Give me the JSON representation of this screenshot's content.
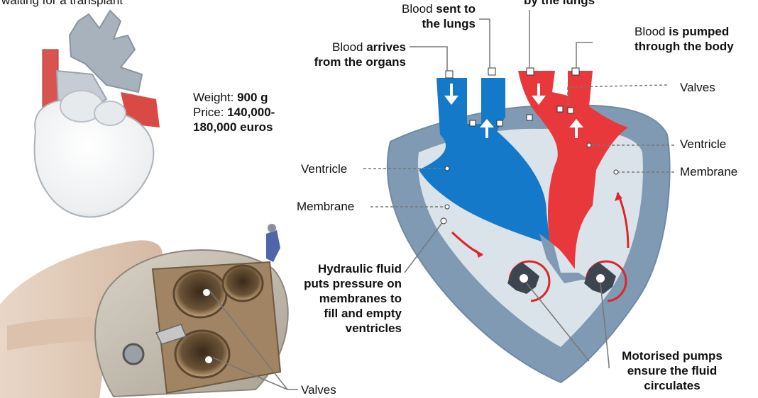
{
  "header": {
    "top_left_caption": "waiting for a transplant",
    "top_right_caption": "by the lungs"
  },
  "specs": {
    "weight_label": "Weight:",
    "weight_value": "900 g",
    "price_label": "Price:",
    "price_value_line1": "140,000-",
    "price_value_line2": "180,000 euros"
  },
  "labels": {
    "sent_lungs_1": "Blood",
    "sent_lungs_2": "sent to",
    "sent_lungs_3": "the lungs",
    "arrives_1": "Blood",
    "arrives_2": "arrives",
    "arrives_3": "from the organs",
    "pumped_1": "Blood",
    "pumped_2": "is pumped",
    "pumped_3": "through the body",
    "valves_right": "Valves",
    "ventricle_right": "Ventricle",
    "membrane_right": "Membrane",
    "ventricle_left": "Ventricle",
    "membrane_left": "Membrane",
    "hydraulic": [
      "Hydraulic fluid",
      "puts pressure on",
      "membranes to",
      "fill and empty",
      "ventricles"
    ],
    "motorised": [
      "Motorised pumps",
      "ensure the fluid",
      "circulates"
    ],
    "valves_bottom": "Valves"
  },
  "colors": {
    "blood_blue": "#1479c8",
    "blood_red": "#e8383c",
    "housing": "#7f9ab2",
    "fluid": "#dbe3ea",
    "pump": "#3d4650",
    "arrow_red": "#d9272c",
    "leader": "#777777"
  }
}
